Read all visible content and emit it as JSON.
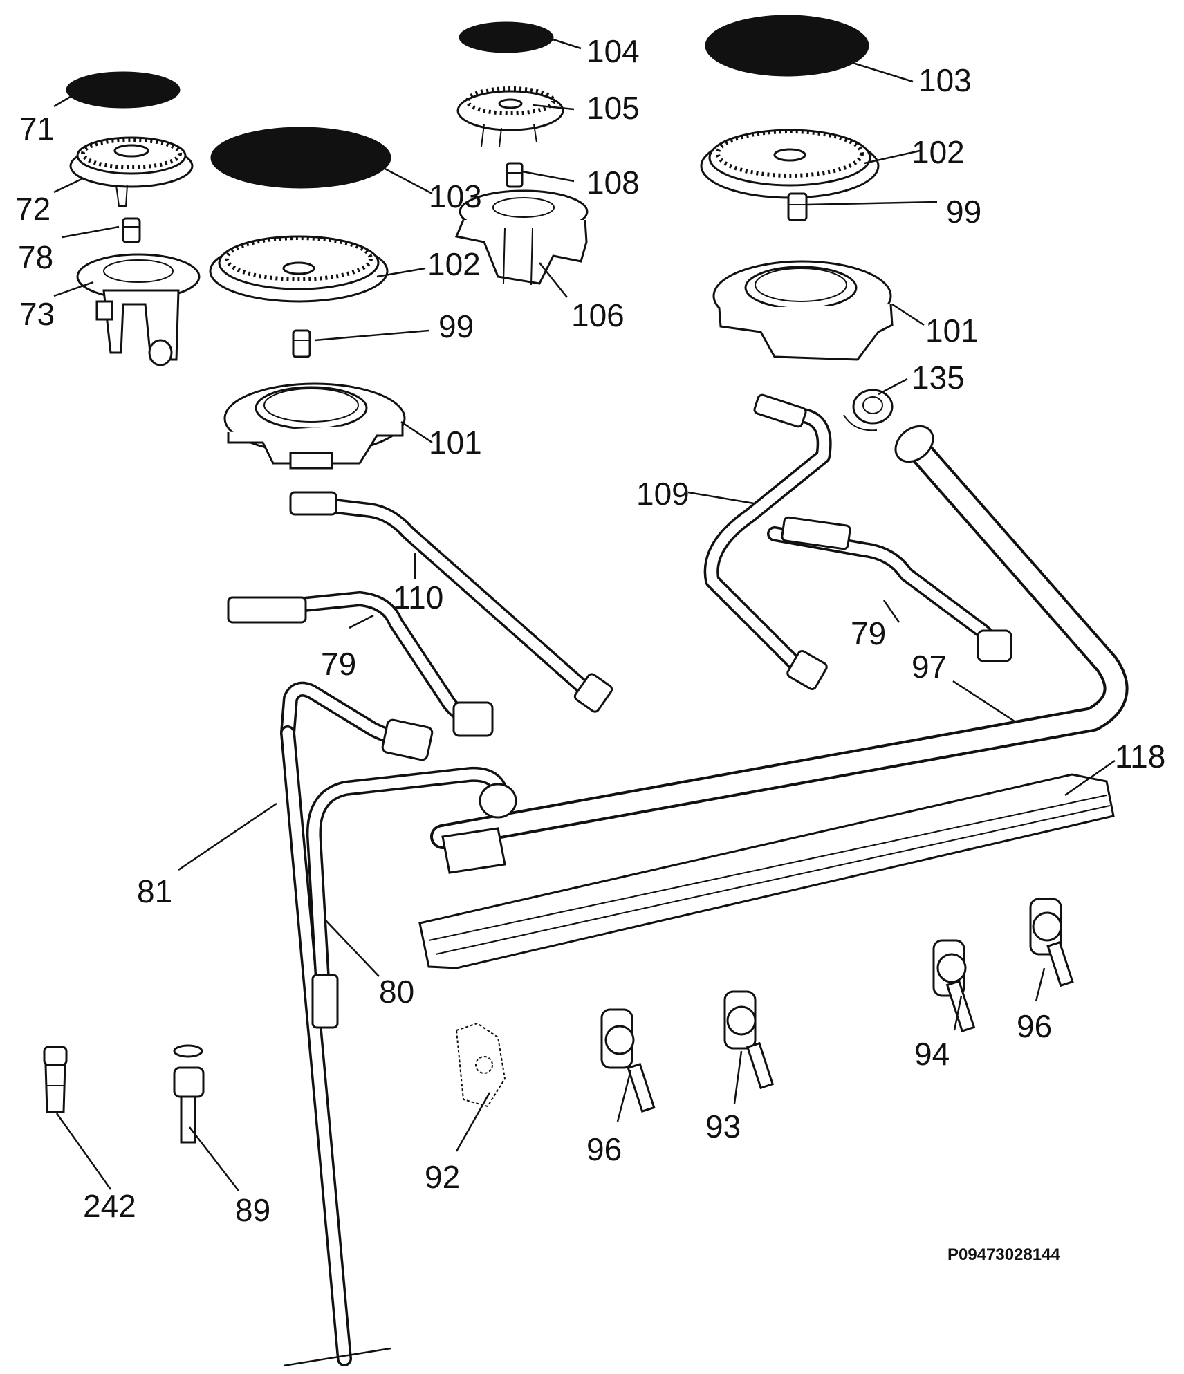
{
  "labels": {
    "l71": "71",
    "l72": "72",
    "l78": "78",
    "l73": "73",
    "l103a": "103",
    "l102a": "102",
    "l99a": "99",
    "l101a": "101",
    "l104": "104",
    "l105": "105",
    "l108": "108",
    "l106": "106",
    "l103b": "103",
    "l102b": "102",
    "l99b": "99",
    "l101b": "101",
    "l135": "135",
    "l109": "109",
    "l110": "110",
    "l79a": "79",
    "l79b": "79",
    "l97": "97",
    "l118": "118",
    "l81": "81",
    "l80": "80",
    "l94": "94",
    "l96a": "96",
    "l93": "93",
    "l96b": "96",
    "l92": "92",
    "l242": "242",
    "l89": "89"
  },
  "drawing_code": "P09473028144",
  "colors": {
    "ink": "#111111",
    "paper": "#ffffff"
  }
}
